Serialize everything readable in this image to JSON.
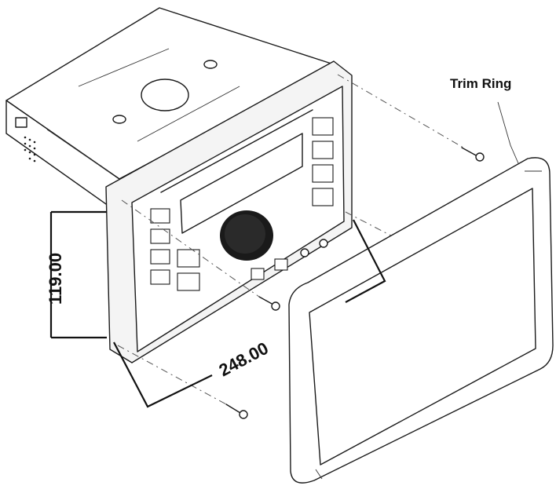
{
  "labels": {
    "trim_ring": "Trim Ring",
    "height_dimension": "119.00",
    "width_dimension": "248.00"
  }
}
